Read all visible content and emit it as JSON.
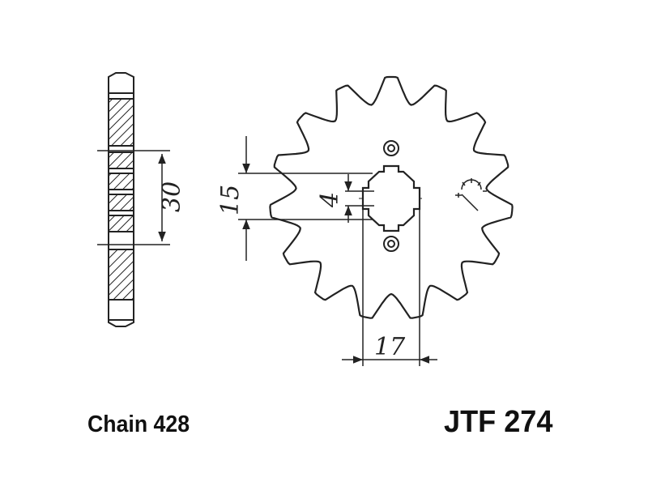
{
  "dimensions": {
    "thickness_profile": "30",
    "spline_diameter": "15",
    "bolt_offset": "4",
    "width_across": "17"
  },
  "labels": {
    "chain": "Chain 428",
    "part_number": "JTF 274"
  },
  "sprocket": {
    "teeth": 15
  },
  "colors": {
    "line": "#222222",
    "background": "#ffffff"
  }
}
